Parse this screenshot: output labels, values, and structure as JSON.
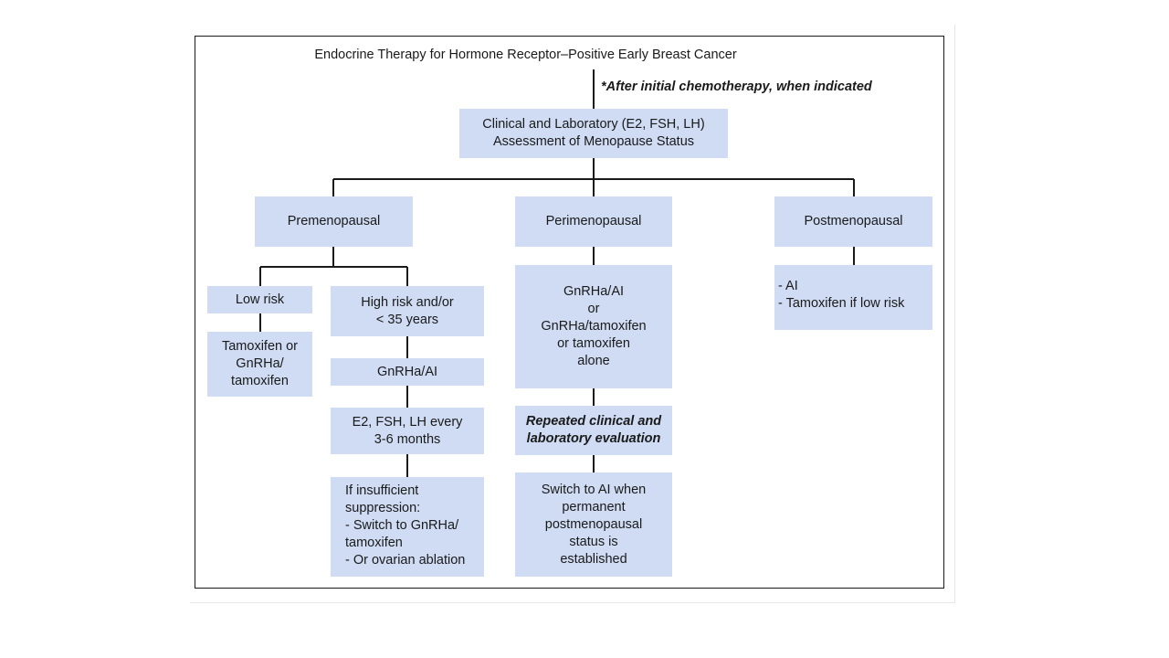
{
  "title": "Endocrine Therapy for Hormone Receptor–Positive Early Breast Cancer",
  "note": "*After initial chemotherapy, when indicated",
  "nodes": {
    "assessment": "Clinical and Laboratory (E2, FSH, LH)\nAssessment of Menopause Status",
    "premenopausal": "Premenopausal",
    "perimenopausal": "Perimenopausal",
    "postmenopausal": "Postmenopausal",
    "low_risk": "Low risk",
    "low_risk_treatment": "Tamoxifen or\nGnRHa/\ntamoxifen",
    "high_risk": "High risk  and/or\n< 35 years",
    "gnrha_ai": "GnRHa/AI",
    "monitoring": "E2, FSH, LH every\n3-6 months",
    "insufficient": "If insufficient\nsuppression:\n- Switch to GnRHa/\n  tamoxifen\n- Or ovarian ablation",
    "peri_treatment": "GnRHa/AI\nor\nGnRHa/tamoxifen\nor tamoxifen\nalone",
    "repeated_eval": "Repeated clinical and\nlaboratory  evaluation",
    "switch_ai": "Switch to AI when\npermanent\npostmenopausal\nstatus is\nestablished",
    "post_treatment": "- AI\n- Tamoxifen if low risk"
  },
  "colors": {
    "box_fill": "#cfdcf3",
    "line": "#1a1a1a",
    "text": "#1a1a1a"
  }
}
